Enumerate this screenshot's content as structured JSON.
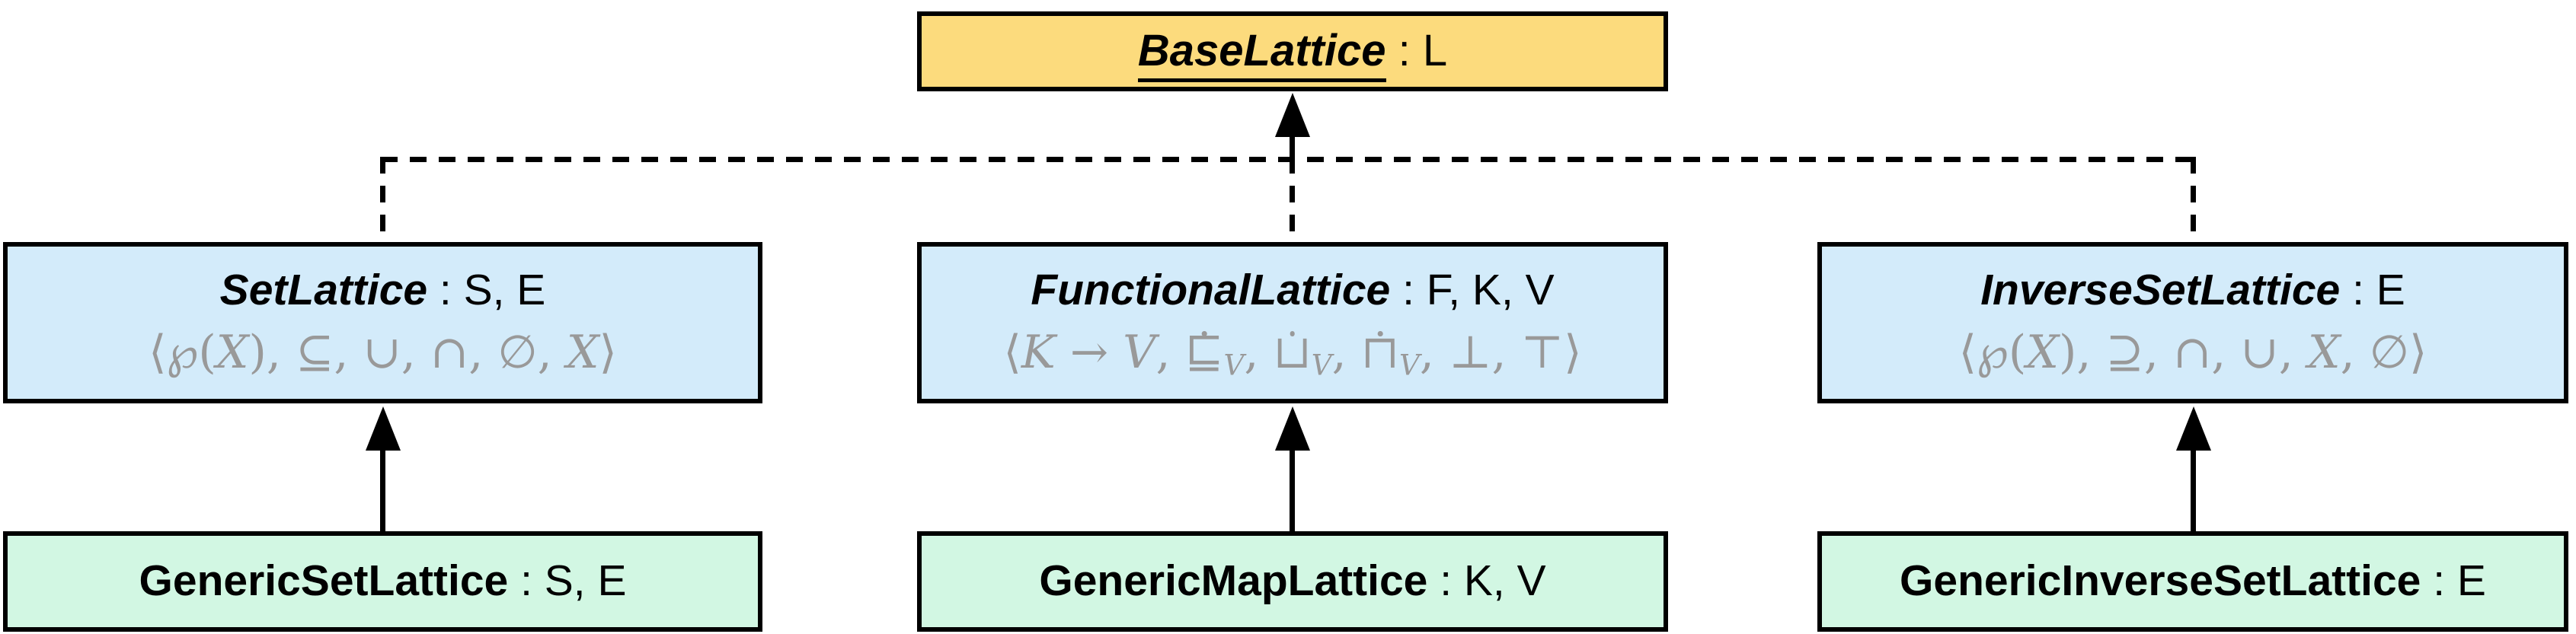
{
  "diagram": {
    "separator": " : ",
    "root": {
      "name": "BaseLattice",
      "type_params": "L"
    },
    "abstract_lattices": [
      {
        "name": "SetLattice",
        "type_params": "S, E",
        "structure": "⟨℘(X), ⊆, ∪, ∩, ∅, X⟩"
      },
      {
        "name": "FunctionalLattice",
        "type_params": "F, K, V",
        "structure": "⟨K → V, ⊑̇_V, ⊔̇_V, ⊓̇_V, ⊥, ⊤⟩"
      },
      {
        "name": "InverseSetLattice",
        "type_params": "E",
        "structure": "⟨℘(X), ⊇, ∩, ∪, X, ∅⟩"
      }
    ],
    "concrete_lattices": [
      {
        "name": "GenericSetLattice",
        "type_params": "S, E"
      },
      {
        "name": "GenericMapLattice",
        "type_params": "K, V"
      },
      {
        "name": "GenericInverseSetLattice",
        "type_params": "E"
      }
    ],
    "colors": {
      "root_fill": "#FCDB7D",
      "abstract_fill": "#D3EBFA",
      "concrete_fill": "#D2F7E3",
      "border": "#000000",
      "structure_text": "#999999"
    }
  }
}
